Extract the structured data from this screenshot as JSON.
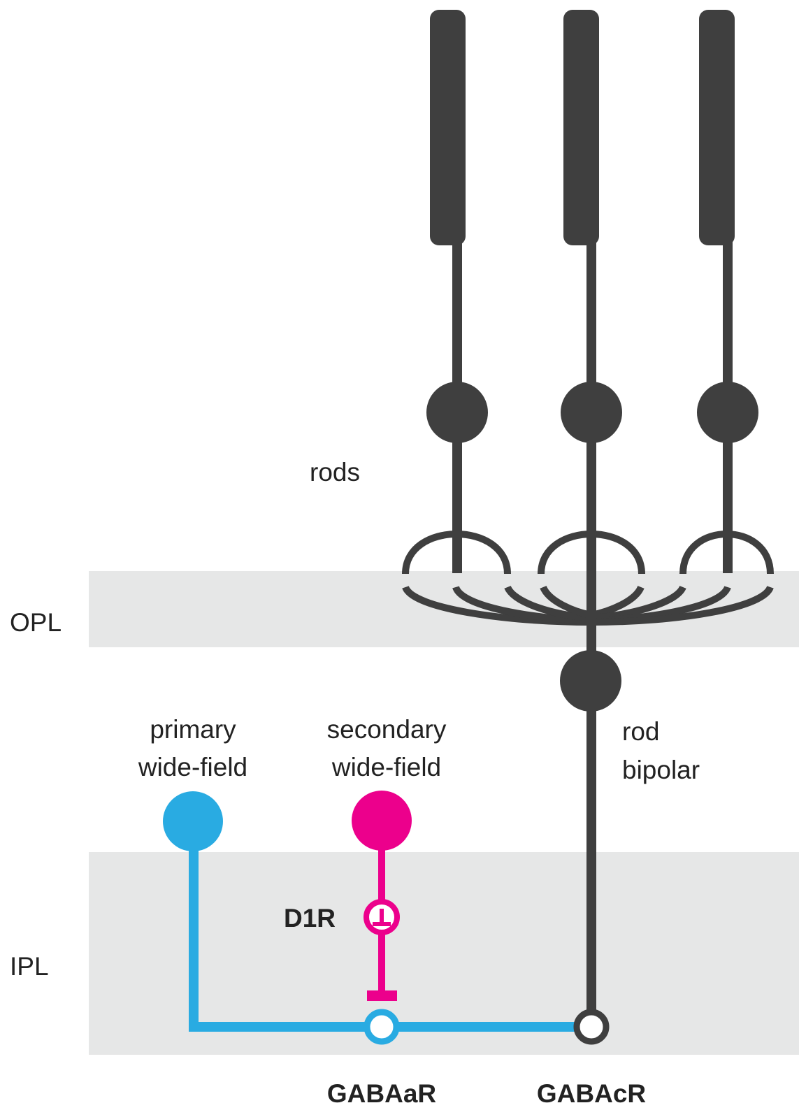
{
  "layers": {
    "opl": "OPL",
    "ipl": "IPL"
  },
  "cells": {
    "rods": "rods",
    "rod_bipolar": [
      "rod",
      "bipolar"
    ],
    "primary_wide_field": [
      "primary",
      "wide-field"
    ],
    "secondary_wide_field": [
      "secondary",
      "wide-field"
    ]
  },
  "receptors": {
    "d1r": "D1R",
    "gabaa": "GABAaR",
    "gabac": "GABAcR"
  },
  "colors": {
    "neuron": "#3f3f3f",
    "layer_band": "#e6e7e7",
    "primary": "#29abe2",
    "secondary": "#ec008c"
  }
}
